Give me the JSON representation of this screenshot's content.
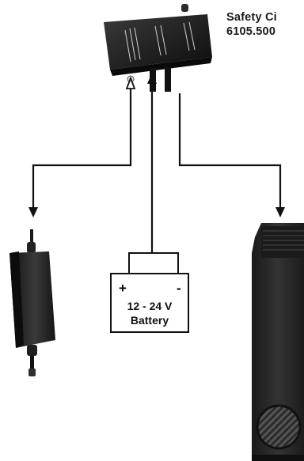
{
  "title": {
    "line1": "Safety Ci",
    "line2": "6105.500"
  },
  "battery": {
    "positive": "+",
    "negative": "-",
    "voltage": "12 - 24 V",
    "label": "Battery"
  },
  "colors": {
    "line": "#111111",
    "device_body": "#1e1e1e",
    "heater_body": "#2a2a2a"
  }
}
